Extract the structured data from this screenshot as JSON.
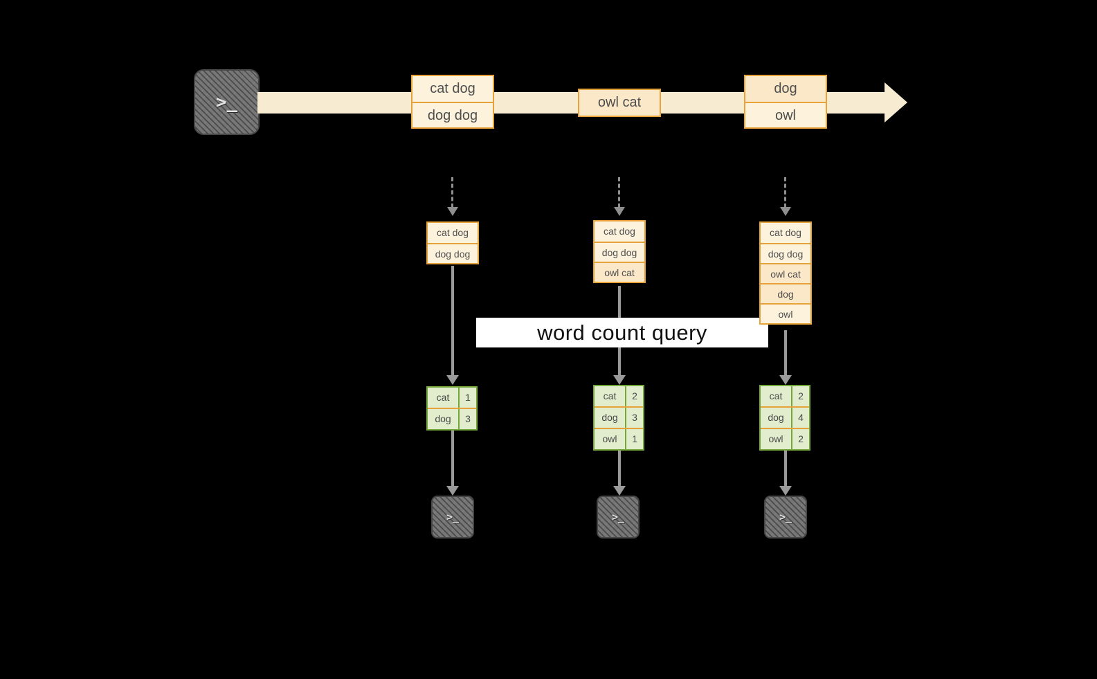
{
  "colors": {
    "background": "#000000",
    "stream_arrow": "#f7ecd1",
    "event_border": "#e8a23a",
    "event_fill_light": "#fdf3dd",
    "event_fill_dark": "#fbe8c8",
    "result_border": "#74a83a",
    "result_fill": "#e1edcd",
    "connector_gray": "#9a9a9a",
    "banner_background": "#ffffff",
    "banner_text": "#111111",
    "terminal_fill": "#767676"
  },
  "icons": {
    "terminal_prompt": ">_"
  },
  "banner": {
    "label": "word count query"
  },
  "stream": {
    "events": [
      {
        "rows": [
          "cat dog",
          "dog dog"
        ]
      },
      {
        "rows": [
          "owl cat"
        ]
      },
      {
        "rows": [
          "dog",
          "owl"
        ]
      }
    ]
  },
  "windows": [
    {
      "rows": [
        "cat dog",
        "dog dog"
      ]
    },
    {
      "rows": [
        "cat dog",
        "dog dog",
        "owl cat"
      ]
    },
    {
      "rows": [
        "cat dog",
        "dog dog",
        "owl cat",
        "dog",
        "owl"
      ]
    }
  ],
  "counts": [
    {
      "rows": [
        {
          "word": "cat",
          "count": "1"
        },
        {
          "word": "dog",
          "count": "3"
        }
      ]
    },
    {
      "rows": [
        {
          "word": "cat",
          "count": "2"
        },
        {
          "word": "dog",
          "count": "3"
        },
        {
          "word": "owl",
          "count": "1"
        }
      ]
    },
    {
      "rows": [
        {
          "word": "cat",
          "count": "2"
        },
        {
          "word": "dog",
          "count": "4"
        },
        {
          "word": "owl",
          "count": "2"
        }
      ]
    }
  ]
}
